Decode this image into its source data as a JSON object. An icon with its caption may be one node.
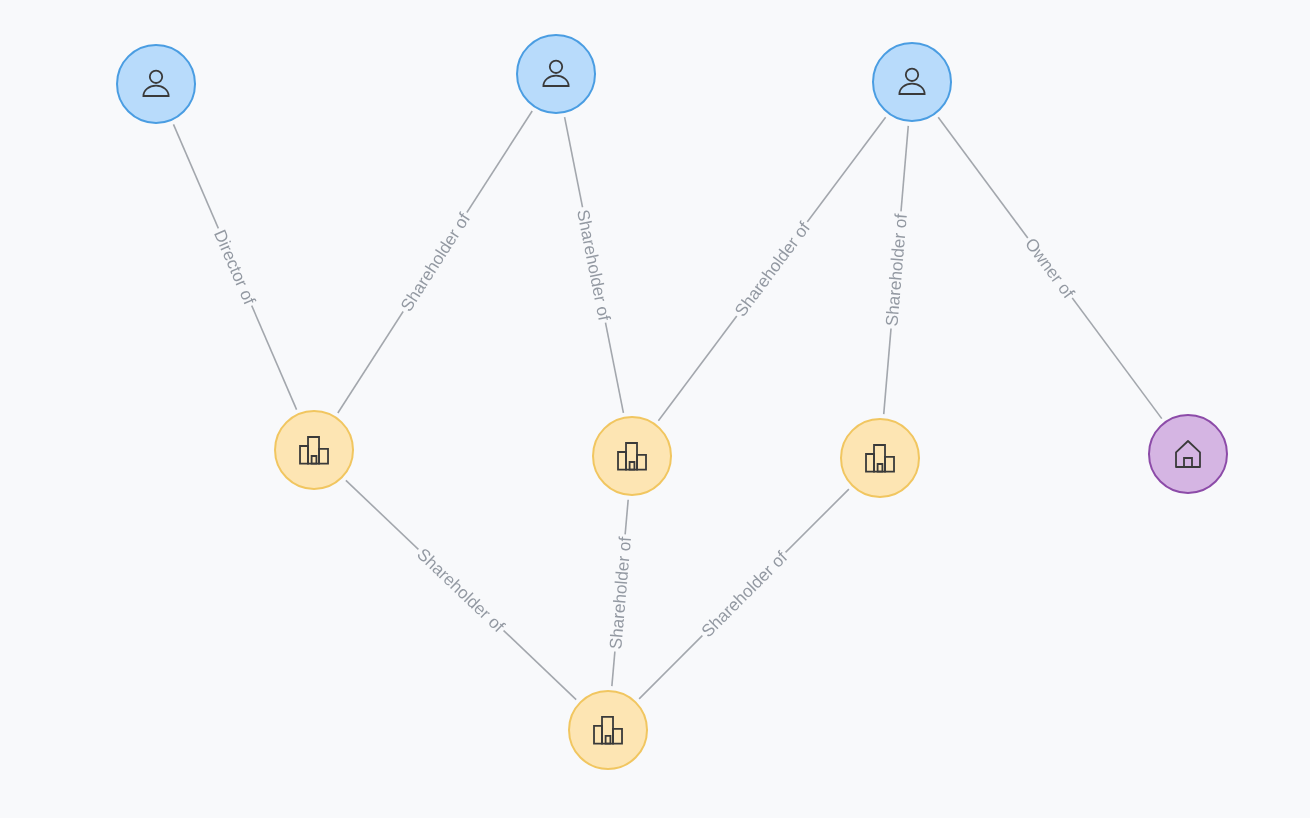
{
  "diagram": {
    "nodes": [
      {
        "text": [],
        "shape": "person"
      },
      {
        "text": [],
        "shape": "person"
      },
      {
        "text": [],
        "shape": "person"
      },
      {
        "text": [],
        "shape": "building"
      },
      {
        "text": [],
        "shape": "building"
      },
      {
        "text": [],
        "shape": "building"
      },
      {
        "text": [],
        "shape": "house"
      },
      {
        "text": [],
        "shape": "building"
      }
    ],
    "edges": [
      {
        "from": 0,
        "to": 3,
        "arrow": "none",
        "label": "Director of"
      },
      {
        "from": 1,
        "to": 3,
        "arrow": "none",
        "label": "Shareholder of"
      },
      {
        "from": 1,
        "to": 4,
        "arrow": "none",
        "label": "Shareholder of"
      },
      {
        "from": 2,
        "to": 4,
        "arrow": "none",
        "label": "Shareholder of"
      },
      {
        "from": 2,
        "to": 5,
        "arrow": "none",
        "label": "Shareholder of"
      },
      {
        "from": 2,
        "to": 6,
        "arrow": "none",
        "label": "Owner of"
      },
      {
        "from": 3,
        "to": 7,
        "arrow": "none",
        "label": "Shareholder of"
      },
      {
        "from": 4,
        "to": 7,
        "arrow": "none",
        "label": "Shareholder of"
      },
      {
        "from": 5,
        "to": 7,
        "arrow": "none",
        "label": "Shareholder of"
      }
    ]
  }
}
